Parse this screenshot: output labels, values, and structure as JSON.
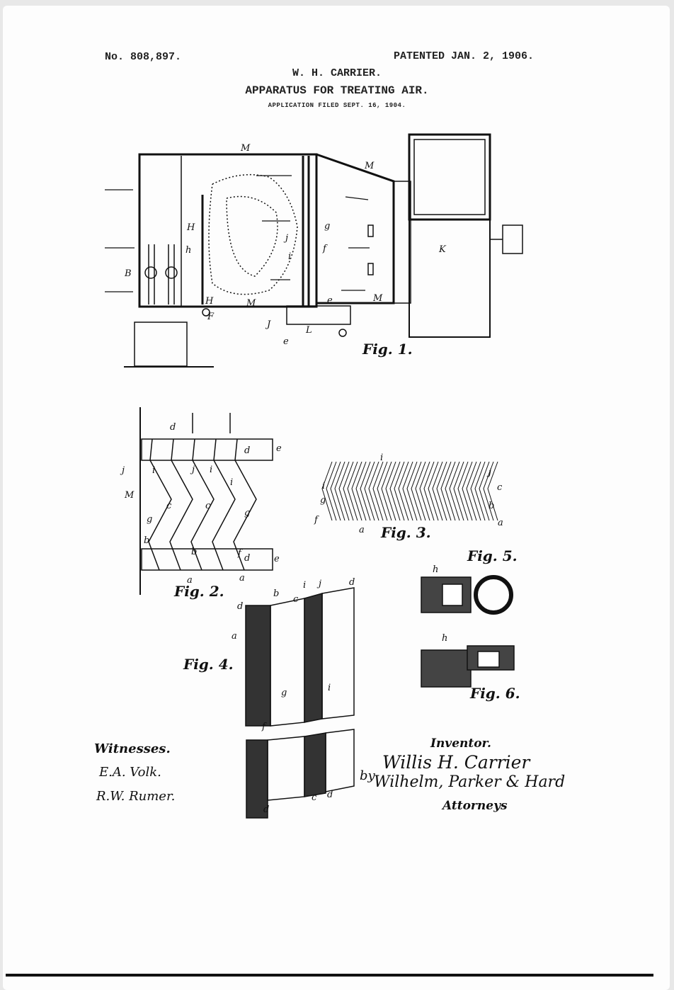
{
  "header": {
    "patent_number": "No. 808,897.",
    "patent_date": "PATENTED JAN. 2, 1906.",
    "inventor_name": "W. H. CARRIER.",
    "title": "APPARATUS FOR TREATING AIR.",
    "filed": "APPLICATION FILED SEPT. 16, 1904."
  },
  "figures": {
    "fig1": {
      "caption": "Fig. 1.",
      "labels": [
        "M",
        "M",
        "M",
        "M",
        "H",
        "h",
        "H",
        "B",
        "F",
        "J",
        "L",
        "e",
        "e",
        "j",
        "g",
        "i",
        "f",
        "K"
      ]
    },
    "fig2": {
      "caption": "Fig. 2.",
      "labels": [
        "d",
        "d",
        "e",
        "j",
        "i",
        "j",
        "i",
        "i",
        "M",
        "c",
        "c",
        "g",
        "g",
        "b",
        "b",
        "f",
        "d",
        "e",
        "a",
        "a"
      ]
    },
    "fig3": {
      "caption": "Fig. 3.",
      "labels": [
        "i",
        "j",
        "c",
        "b",
        "a",
        "i",
        "g",
        "f",
        "a"
      ]
    },
    "fig4": {
      "caption": "Fig. 4.",
      "labels": [
        "b",
        "d",
        "c",
        "i",
        "j",
        "d",
        "a",
        "g",
        "i",
        "f",
        "c",
        "d",
        "d"
      ]
    },
    "fig5": {
      "caption": "Fig. 5.",
      "labels": [
        "h"
      ]
    },
    "fig6": {
      "caption": "Fig. 6.",
      "labels": [
        "h"
      ]
    }
  },
  "signatures": {
    "witnesses_label": "Witnesses.",
    "witness_1": "E.A. Volk.",
    "witness_2": "R.W. Rumer.",
    "inventor_label": "Inventor.",
    "inventor_signature": "Willis H. Carrier",
    "by": "by",
    "attorney_signature": "Wilhelm, Parker & Hard",
    "attorneys_label": "Attorneys"
  }
}
